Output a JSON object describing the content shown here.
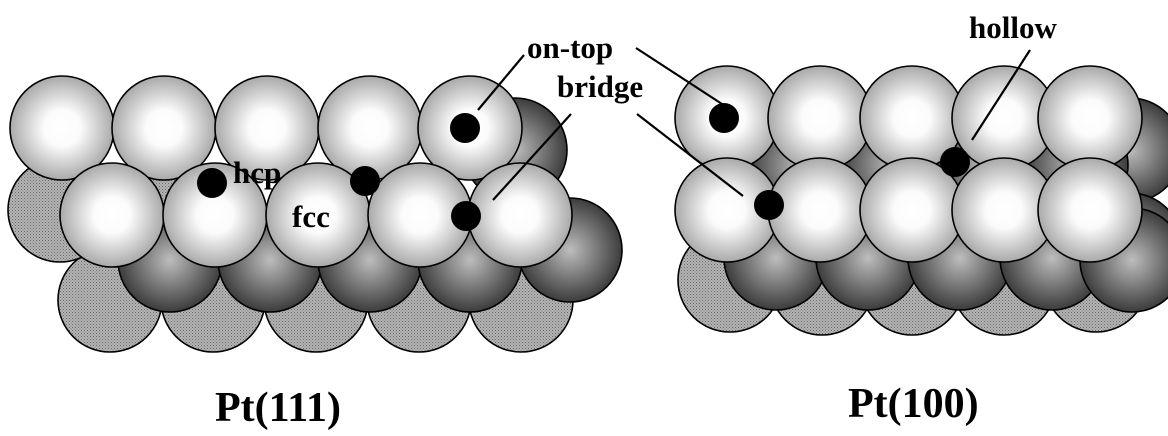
{
  "labels": {
    "on_top": "on-top",
    "bridge": "bridge",
    "hollow": "hollow",
    "hcp": "hcp",
    "fcc": "fcc",
    "pt111": "Pt(111)",
    "pt100": "Pt(100)"
  },
  "colors": {
    "top_atom": "#e6e6e6",
    "second_layer_atom": "#6e6e6e",
    "third_layer_atom": "#9a9a9a",
    "adsorption_site": "#000000"
  }
}
